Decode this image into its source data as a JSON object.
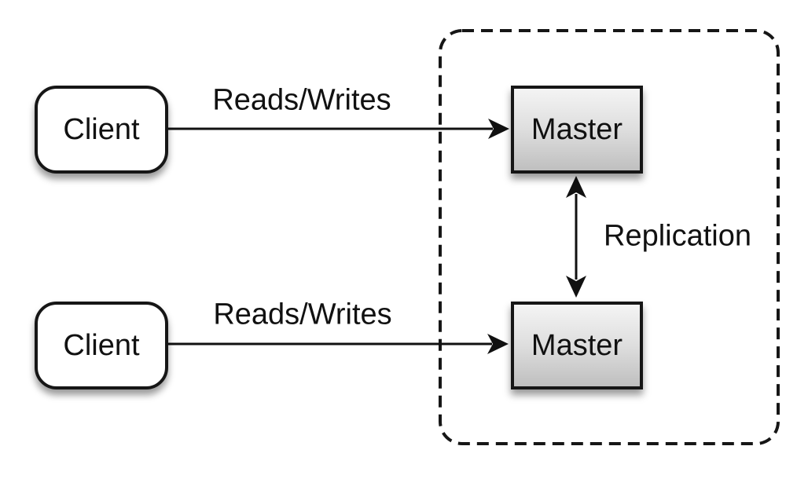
{
  "diagram": {
    "background": "#ffffff",
    "clients": [
      {
        "label": "Client"
      },
      {
        "label": "Client"
      }
    ],
    "masters": [
      {
        "label": "Master"
      },
      {
        "label": "Master"
      }
    ],
    "edges": [
      {
        "label": "Reads/Writes",
        "from": "client-top",
        "to": "master-top",
        "bidirectional": false
      },
      {
        "label": "Reads/Writes",
        "from": "client-bottom",
        "to": "master-bottom",
        "bidirectional": false
      },
      {
        "label": "Replication",
        "from": "master-top",
        "to": "master-bottom",
        "bidirectional": true
      }
    ],
    "colors": {
      "node_border": "#161616",
      "client_fill": "#ffffff",
      "master_gradient_top": "#f4f4f4",
      "master_gradient_bottom": "#bfbfbf",
      "arrow": "#111111",
      "text": "#111111",
      "group_border": "#161616"
    }
  }
}
